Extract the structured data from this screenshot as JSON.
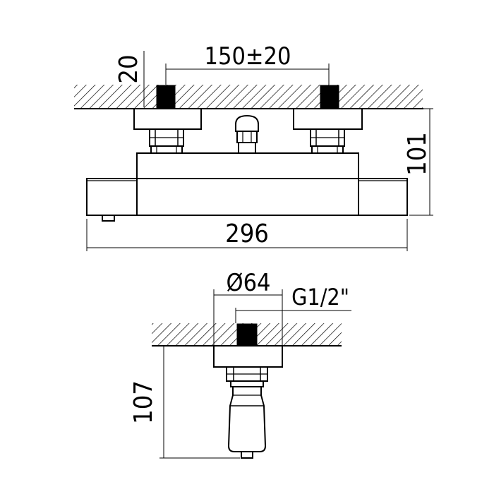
{
  "front_view": {
    "dim_top_offset": "20",
    "dim_spacing": "150±20",
    "dim_height": "101",
    "dim_width": "296"
  },
  "side_view": {
    "dim_diameter": "Ø64",
    "dim_thread": "G1/2\"",
    "dim_depth": "107"
  }
}
